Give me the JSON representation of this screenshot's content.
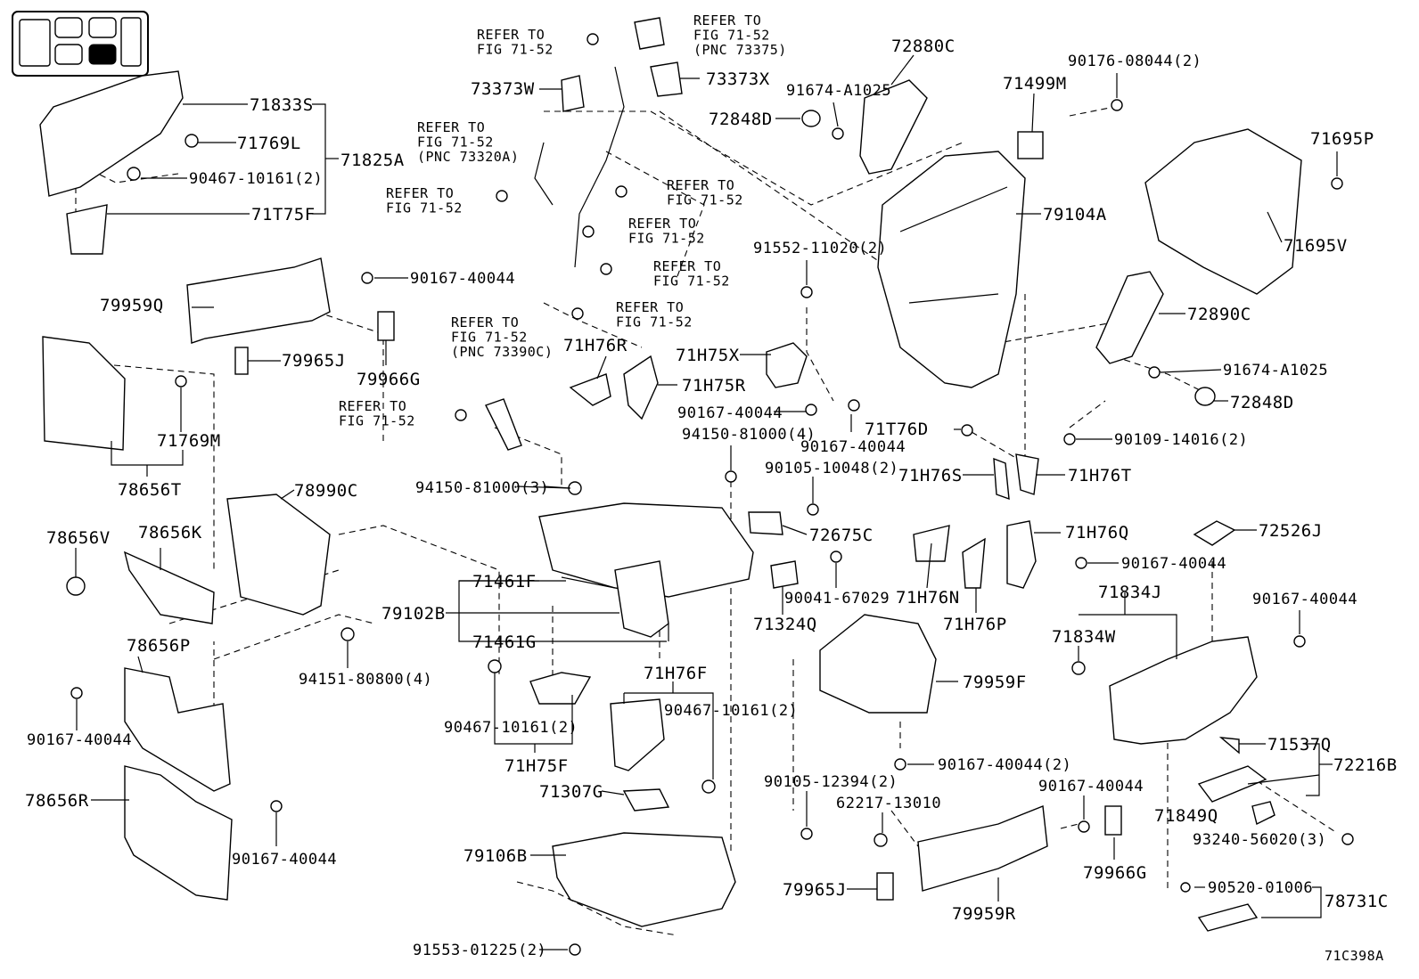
{
  "figure_code": "71C398A",
  "locator": {
    "highlighted_seat_index": 3
  },
  "refer_notes": [
    "REFER TO\nFIG 71-52",
    "REFER TO\nFIG 71-52\n(PNC 73375)",
    "REFER TO\nFIG 71-52\n(PNC 73320A)",
    "REFER TO\nFIG 71-52",
    "REFER TO\nFIG 71-52",
    "REFER TO\nFIG 71-52",
    "REFER TO\nFIG 71-52",
    "REFER TO\nFIG 71-52",
    "REFER TO\nFIG 71-52\n(PNC 73390C)",
    "REFER TO\nFIG 71-52"
  ],
  "part_labels": [
    "71833S",
    "71769L",
    "71825A",
    "90467-10161(2)",
    "71T75F",
    "90167-40044",
    "79959Q",
    "79965J",
    "79966G",
    "71769M",
    "78656T",
    "78990C",
    "78656V",
    "78656K",
    "78656P",
    "90167-40044",
    "78656R",
    "90167-40044",
    "94151-80800(4)",
    "94150-81000(3)",
    "71461F",
    "79102B",
    "71461G",
    "90467-10161(2)",
    "71H75F",
    "71H76R",
    "71H75R",
    "71H75X",
    "90167-40044",
    "90167-40044",
    "94150-81000(4)",
    "73373W",
    "73373X",
    "72880C",
    "91674-A1025",
    "72848D",
    "71499M",
    "90176-08044(2)",
    "79104A",
    "91552-11020(2)",
    "71695P",
    "71695V",
    "72890C",
    "91674-A1025",
    "72848D",
    "90109-14016(2)",
    "71T76D",
    "71H76S",
    "71H76T",
    "90105-10048(2)",
    "72675C",
    "71324Q",
    "90041-67029",
    "71H76N",
    "71H76Q",
    "71H76P",
    "90167-40044",
    "72526J",
    "71834J",
    "71834W",
    "90167-40044",
    "71H76F",
    "90467-10161(2)",
    "71307G",
    "79106B",
    "91553-01225(2)",
    "79959F",
    "90167-40044(2)",
    "90105-12394(2)",
    "62217-13010",
    "90167-40044",
    "79966G",
    "79965J",
    "79959R",
    "71537Q",
    "72216B",
    "71849Q",
    "93240-56020(3)",
    "90520-01006",
    "78731C"
  ]
}
